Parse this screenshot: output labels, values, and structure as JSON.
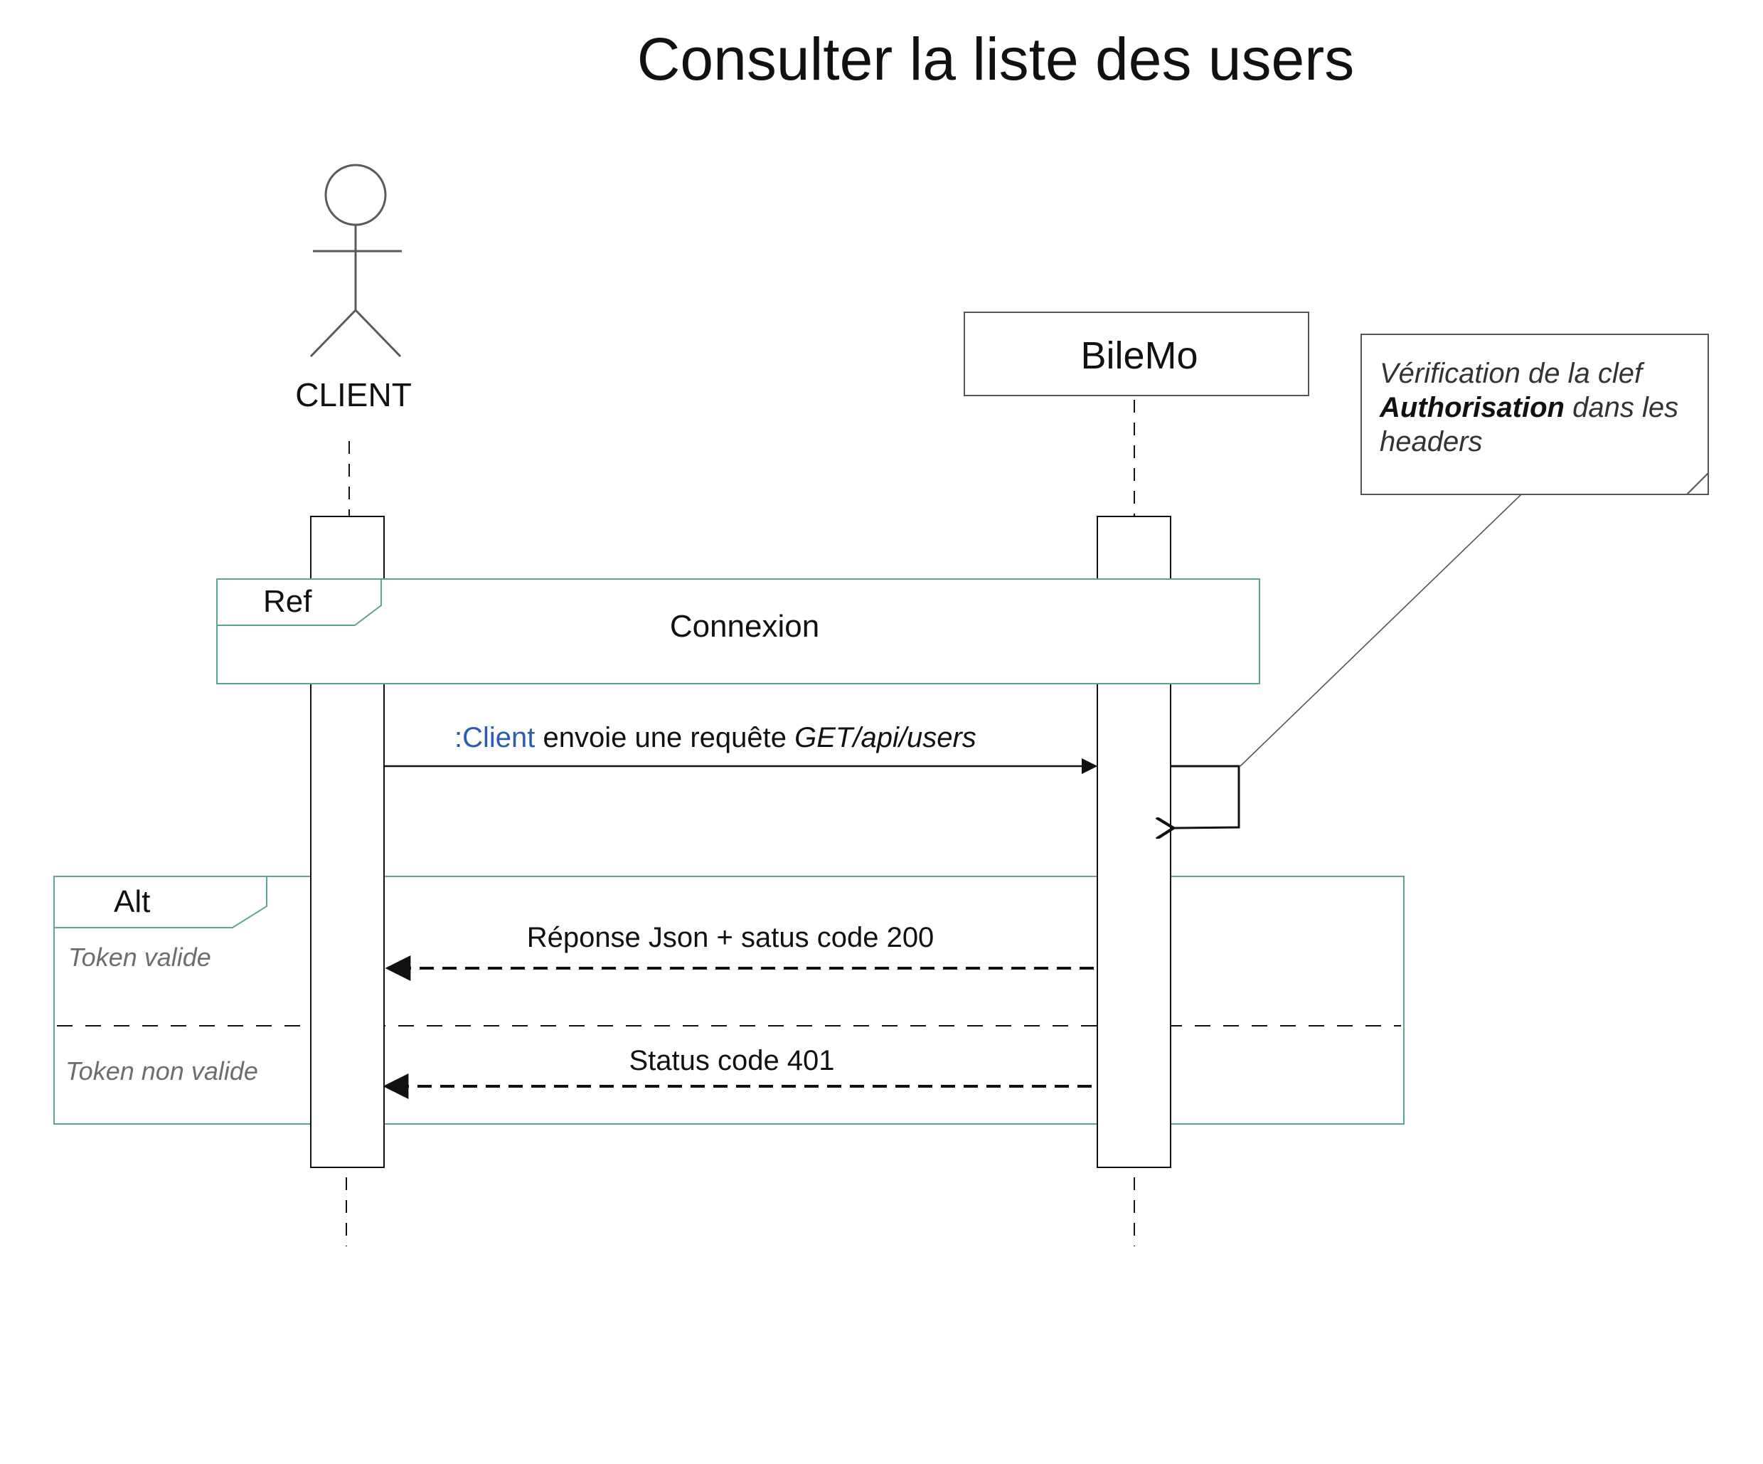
{
  "title": "Consulter la liste des users",
  "participants": {
    "client": {
      "label": "CLIENT",
      "kind": "actor"
    },
    "server": {
      "label": "BileMo",
      "kind": "system"
    }
  },
  "note": {
    "line1": "Vérification de la clef",
    "line2_bold": "Authorisation",
    "line2_rest": " dans les",
    "line3": "headers"
  },
  "ref_fragment": {
    "tag": "Ref",
    "label": "Connexion"
  },
  "messages": {
    "request": {
      "prefix": ":Client",
      "middle": " envoie une requête ",
      "endpoint": "GET/api/users"
    },
    "response_ok": "Réponse Json + satus code 200",
    "response_401": "Status code 401"
  },
  "alt_fragment": {
    "tag": "Alt",
    "guard_1": "Token valide",
    "guard_2": "Token non valide"
  },
  "colors": {
    "fragment_border": "#5aa886",
    "actor_stroke": "#5a5a5a",
    "client_prefix": "#2a5db0",
    "line": "#111111"
  }
}
